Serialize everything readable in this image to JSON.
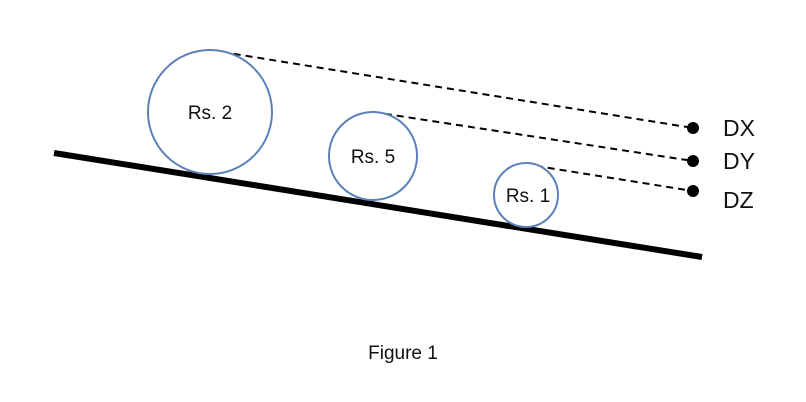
{
  "figure": {
    "caption": "Figure 1",
    "coins": [
      {
        "label": "Rs. 2"
      },
      {
        "label": "Rs. 5"
      },
      {
        "label": "Rs. 1"
      }
    ],
    "points": [
      {
        "label": "DX"
      },
      {
        "label": "DY"
      },
      {
        "label": "DZ"
      }
    ],
    "colors": {
      "coin_stroke": "#5b82b8",
      "coin_fill": "#ffffff",
      "ground_line": "#000000",
      "dashed_line": "#000000",
      "point_dot": "#000000",
      "text": "#111111"
    }
  }
}
